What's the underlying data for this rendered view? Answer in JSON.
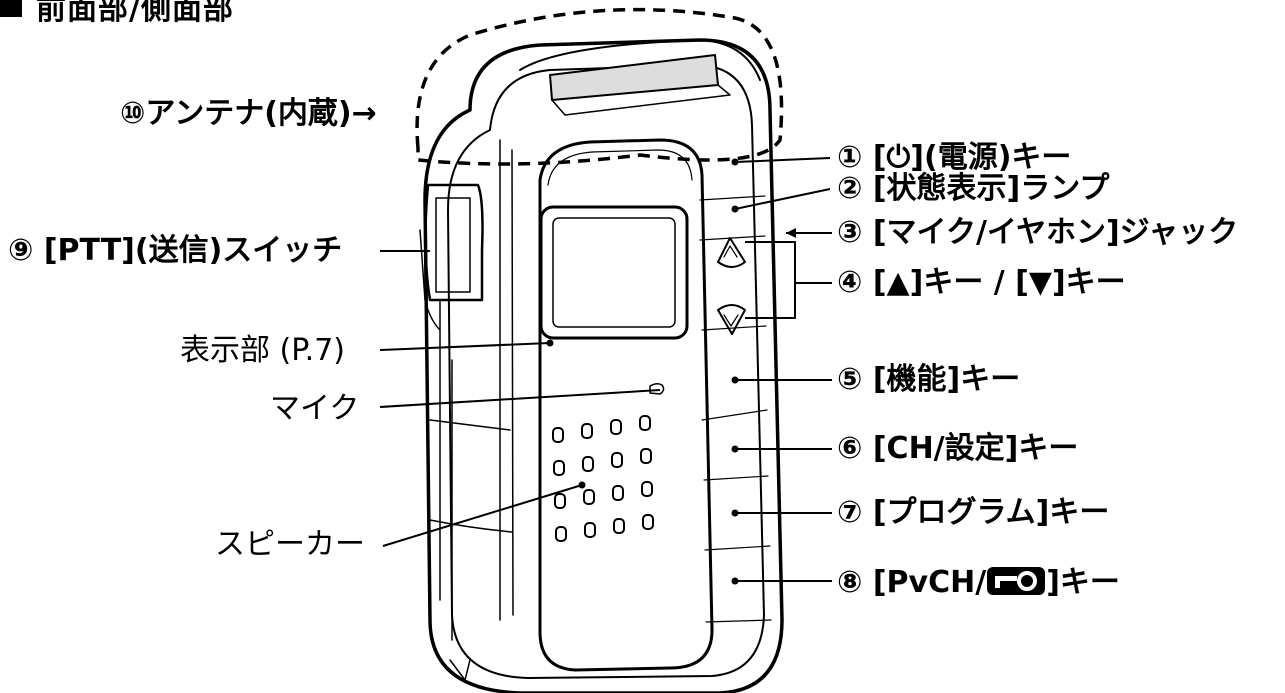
{
  "title": "前面部/側面部",
  "labels": {
    "antenna": "⑩アンテナ(内蔵)→",
    "ptt": "⑨ [PTT](送信)スイッチ",
    "display": "表示部 (P.7)",
    "mic": "マイク",
    "speaker": "スピーカー",
    "power_key": "① [⏻](電源)キー",
    "status_lamp": "② [状態表示]ランプ",
    "mic_jack": "③ [マイク/イヤホン]ジャック",
    "updown_key": "④ [▲]キー / [▼]キー",
    "func_key": "⑤ [機能]キー",
    "ch_key": "⑥ [CH/設定]キー",
    "program_key": "⑦ [プログラム]キー",
    "pvch_key_prefix": "⑧ [PvCH/",
    "pvch_key_suffix": "]キー"
  },
  "icons": {
    "lock": "key-lock-icon",
    "power": "power-icon"
  }
}
